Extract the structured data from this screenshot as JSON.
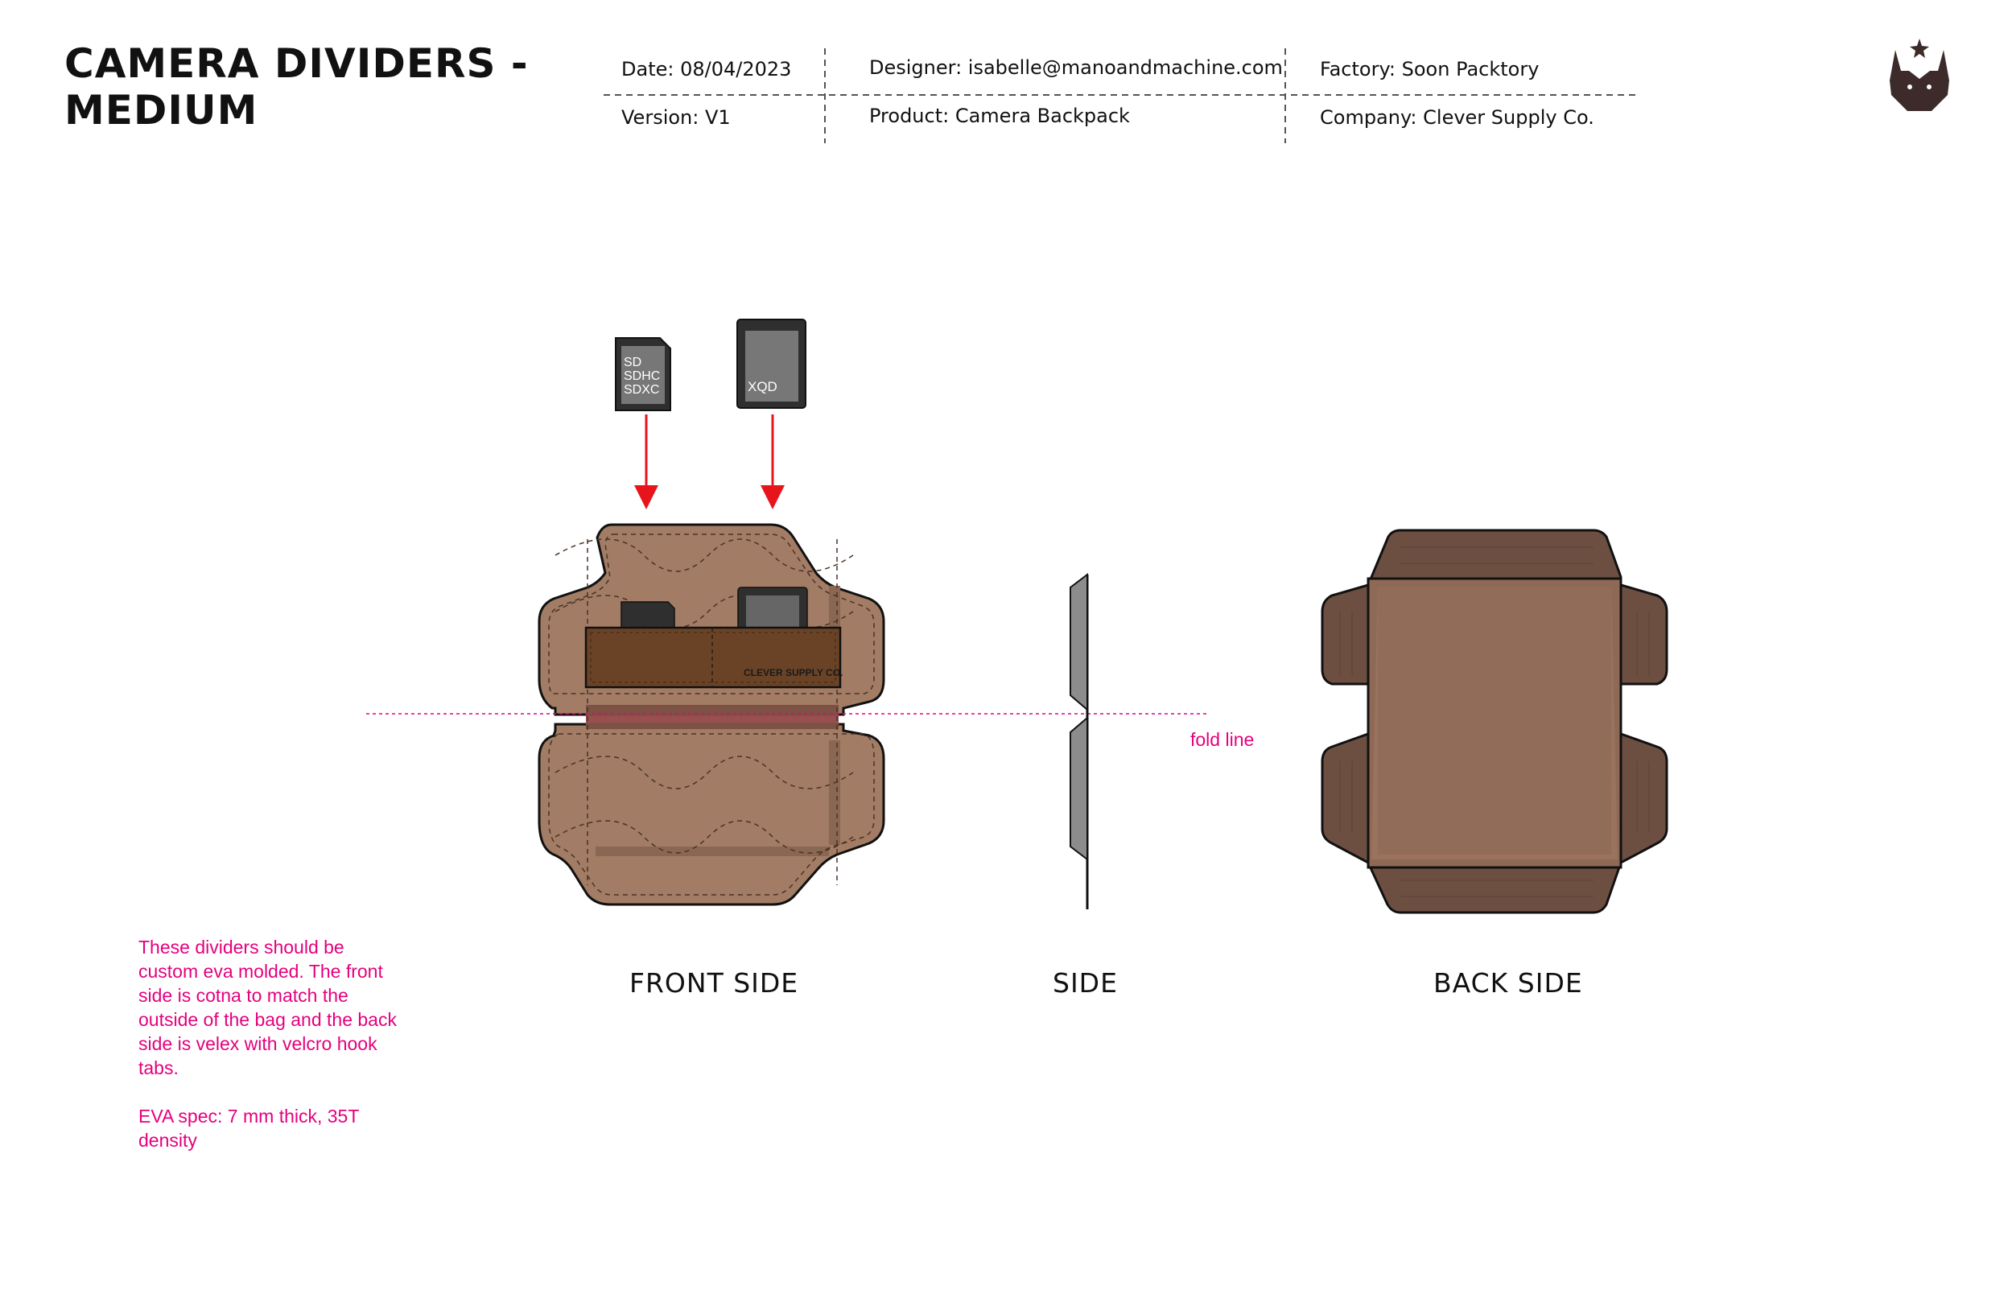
{
  "title": "CAMERA DIVIDERS - MEDIUM",
  "meta": {
    "date": "Date: 08/04/2023",
    "version": "Version: V1",
    "designer": "Designer: isabelle@manoandmachine.com",
    "product": "Product: Camera Backpack",
    "factory": "Factory: Soon Packtory",
    "company": "Company: Clever Supply Co."
  },
  "cards": {
    "sd_lines": [
      "SD",
      "SDHC",
      "SDXC"
    ],
    "xqd": "XQD"
  },
  "front_patch_text": "CLEVER SUPPLY CO.",
  "fold_line_label": "fold line",
  "notes": [
    "These dividers should be custom eva molded. The front side is cotna to match the outside of the bag and the back side is velex with velcro hook tabs.",
    "EVA spec: 7 mm thick, 35T density"
  ],
  "labels": {
    "front": "FRONT SIDE",
    "side": "SIDE",
    "back": "BACK SIDE"
  },
  "colors": {
    "brown": "#a27c64",
    "brown_dark": "#6b4a34",
    "back_brown": "#8e6a56",
    "tab_brown": "#6d4f42",
    "patch": "#6a4326",
    "accent": "#e5007e",
    "arrow": "#e8141c",
    "card_dark": "#3a3a3a",
    "card_light": "#6e6e6e"
  }
}
